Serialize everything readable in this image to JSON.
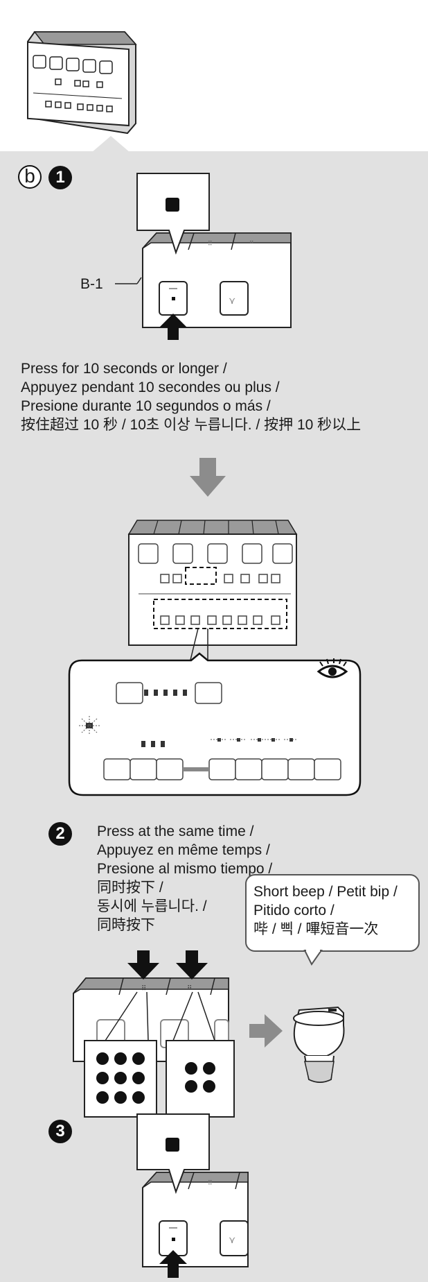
{
  "step_b": {
    "letter": "b",
    "step1_num": "1",
    "label_b1": "B-1",
    "instruction_lines": [
      "Press for 10 seconds or longer /",
      "Appuyez pendant 10 secondes ou plus /",
      "Presione durante 10 segundos o más /",
      "按住超过 10 秒 / 10초 이상 누릅니다. / 按押 10 秒以上"
    ]
  },
  "step2": {
    "num": "2",
    "instruction_lines": [
      "Press at the same time /",
      "Appuyez en même temps /",
      "Presione al mismo tiempo /",
      "同时按下 /",
      "동시에 누릅니다. /",
      "同時按下"
    ],
    "beep_lines": [
      "Short beep / Petit bip /",
      "Pitido corto /",
      "哔 / 삑 / 嗶短音一次"
    ]
  },
  "step3": {
    "num": "3"
  },
  "colors": {
    "panel_bg": "#e1e1e1",
    "arrow_gray": "#8c8c8c",
    "ink": "#111111"
  },
  "icons": [
    "remote-control-icon",
    "eye-icon",
    "toilet-icon",
    "down-arrow-icon",
    "right-arrow-icon",
    "stop-button-icon",
    "nine-dot-button-icon",
    "four-dot-button-icon"
  ]
}
